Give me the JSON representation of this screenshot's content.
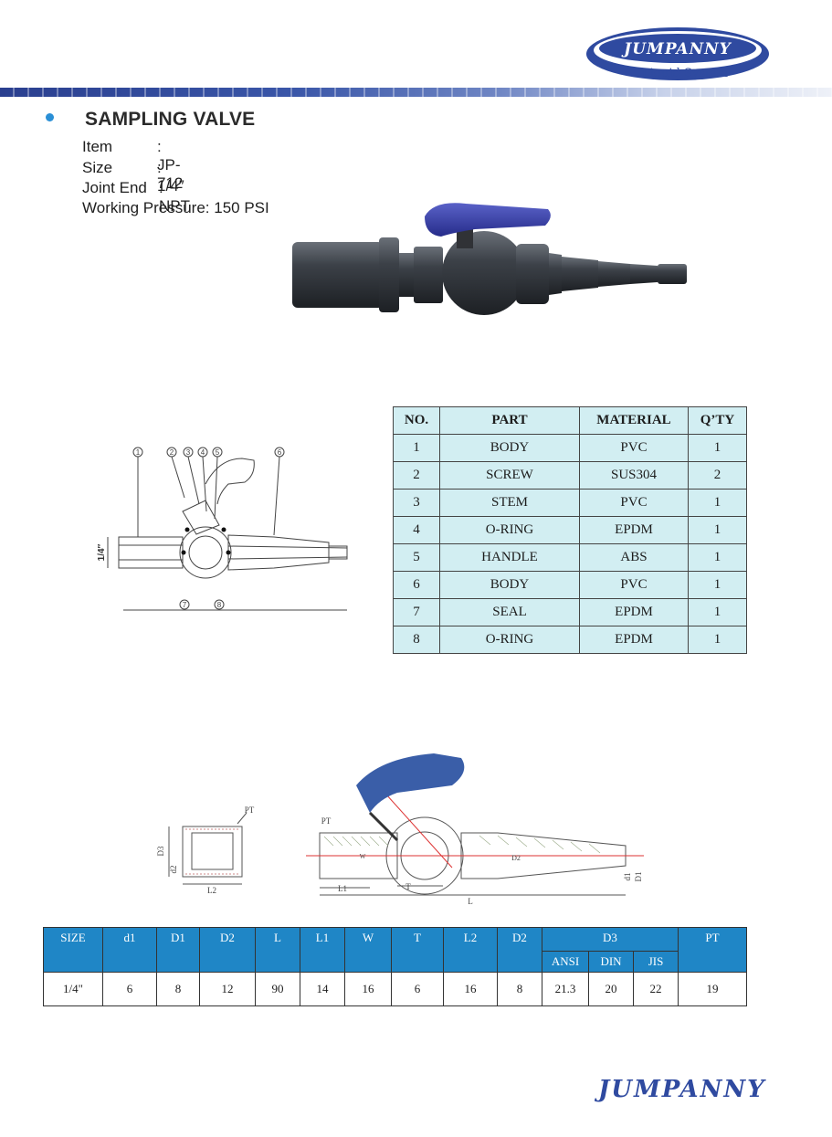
{
  "brand": {
    "logo_text": "JUMPANNY",
    "tagline": "Liquid System",
    "footer_text": "JUMPANNY",
    "primary_color": "#2f4aa0",
    "accent_color": "#1f86c6"
  },
  "product": {
    "title": "SAMPLING VALVE",
    "specs": [
      {
        "label": "Item",
        "value": ": JP-712"
      },
      {
        "label": "Size",
        "value": ": 1/4″"
      },
      {
        "label": "Joint End",
        "value": ": NPT"
      },
      {
        "label": "Working Pressure",
        "value": ": 150 PSI"
      }
    ]
  },
  "diagram1": {
    "callouts": [
      "1",
      "2",
      "3",
      "4",
      "5",
      "6",
      "7",
      "8"
    ],
    "size_label": "1/4″"
  },
  "diagram2": {
    "labels": {
      "pt_left": "PT",
      "pt_right": "PT",
      "d3": "D3",
      "d2": "d2",
      "l2": "L2",
      "l1": "L1",
      "t": "T",
      "l": "L",
      "w": "W",
      "d1": "d1",
      "D1": "D1",
      "D2": "D2"
    }
  },
  "parts_table": {
    "headers": [
      "NO.",
      "PART",
      "MATERIAL",
      "Q’TY"
    ],
    "rows": [
      [
        "1",
        "BODY",
        "PVC",
        "1"
      ],
      [
        "2",
        "SCREW",
        "SUS304",
        "2"
      ],
      [
        "3",
        "STEM",
        "PVC",
        "1"
      ],
      [
        "4",
        "O-RING",
        "EPDM",
        "1"
      ],
      [
        "5",
        "HANDLE",
        "ABS",
        "1"
      ],
      [
        "6",
        "BODY",
        "PVC",
        "1"
      ],
      [
        "7",
        "SEAL",
        "EPDM",
        "1"
      ],
      [
        "8",
        "O-RING",
        "EPDM",
        "1"
      ]
    ],
    "background": "#d2eef2"
  },
  "size_table": {
    "headers": [
      "SIZE",
      "d1",
      "D1",
      "D2",
      "L",
      "L1",
      "W",
      "T",
      "L2",
      "D2",
      "D3",
      "PT"
    ],
    "sub_headers": [
      "ANSI",
      "DIN",
      "JIS"
    ],
    "rows": [
      [
        "1/4\"",
        "6",
        "8",
        "12",
        "90",
        "14",
        "16",
        "6",
        "16",
        "8",
        "21.3",
        "20",
        "22",
        "19"
      ]
    ]
  }
}
